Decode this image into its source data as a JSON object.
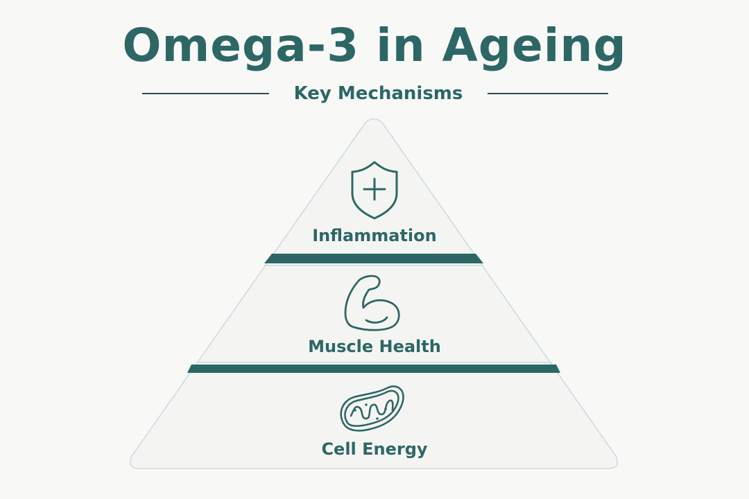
{
  "title": "Omega-3 in Ageing",
  "subtitle": "Key Mechanisms",
  "colors": {
    "primary": "#2c6766",
    "background": "#f8f8f7",
    "pyramid_fill": "#f4f5f2",
    "pyramid_outline": "#c9dcdb",
    "band": "#2c6766"
  },
  "tiers": [
    {
      "label": "Inflammation",
      "icon": "shield-plus-icon"
    },
    {
      "label": "Muscle Health",
      "icon": "flexed-bicep-icon"
    },
    {
      "label": "Cell Energy",
      "icon": "mitochondrion-icon"
    }
  ]
}
